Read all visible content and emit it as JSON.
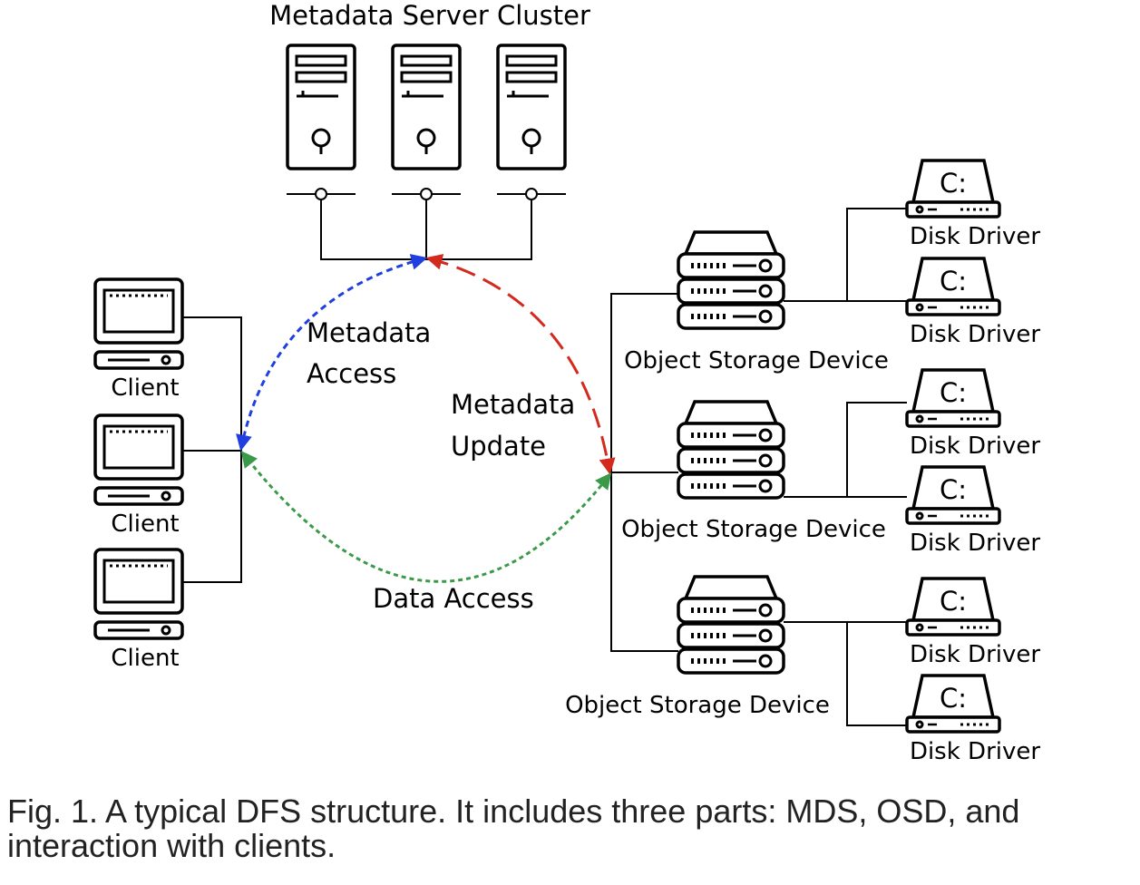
{
  "title": "Metadata Server Cluster",
  "clients": [
    {
      "label": "Client"
    },
    {
      "label": "Client"
    },
    {
      "label": "Client"
    }
  ],
  "osds": [
    {
      "label": "Object Storage Device"
    },
    {
      "label": "Object Storage Device"
    },
    {
      "label": "Object Storage Device"
    }
  ],
  "disks": [
    {
      "label": "Disk Driver",
      "drive": "C:"
    },
    {
      "label": "Disk Driver",
      "drive": "C:"
    },
    {
      "label": "Disk Driver",
      "drive": "C:"
    },
    {
      "label": "Disk Driver",
      "drive": "C:"
    },
    {
      "label": "Disk Driver",
      "drive": "C:"
    },
    {
      "label": "Disk Driver",
      "drive": "C:"
    }
  ],
  "arrows": {
    "metadata_access": {
      "line1": "Metadata",
      "line2": "Access",
      "color": "#1f3fe0"
    },
    "metadata_update": {
      "line1": "Metadata",
      "line2": "Update",
      "color": "#d42a1e"
    },
    "data_access": {
      "label": "Data Access",
      "color": "#3a9a4a"
    }
  },
  "caption": "Fig. 1. A typical DFS structure. It includes three parts: MDS, OSD, and interaction with clients."
}
